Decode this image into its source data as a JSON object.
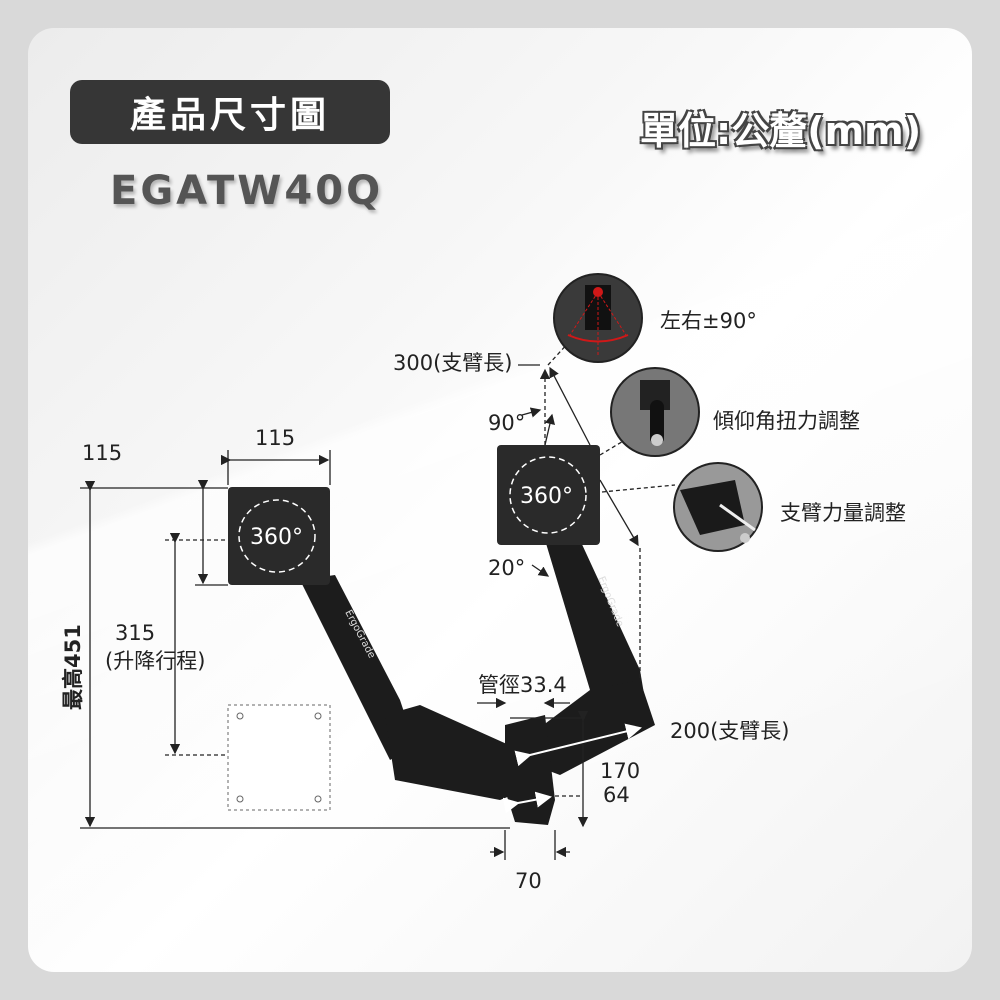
{
  "header": {
    "title": "產品尺寸圖",
    "model": "EGATW40Q",
    "unit": "單位:公釐(mm)"
  },
  "dimensions": {
    "max_height": "最高451",
    "plate_width_left": "115",
    "plate_width_top": "115",
    "lift_travel_value": "315",
    "lift_travel_note": "(升降行程)",
    "arm_length_upper": "300(支臂長)",
    "arm_length_lower": "200(支臂長)",
    "tilt_up": "90°",
    "tilt_down": "20°",
    "rotation_left": "360°",
    "rotation_right": "360°",
    "pole_diameter": "管徑33.4",
    "clamp_170": "170",
    "clamp_64": "64",
    "clamp_70": "70"
  },
  "features": [
    {
      "label": "左右±90°",
      "icon": "swivel-detail-photo"
    },
    {
      "label": "傾仰角扭力調整",
      "icon": "tilt-tension-detail-photo"
    },
    {
      "label": "支臂力量調整",
      "icon": "arm-force-detail-photo"
    }
  ],
  "brand": "ErgoGrade",
  "colors": {
    "pill": "#363636",
    "arm": "#1a1a1a",
    "accent": "#d01818"
  }
}
